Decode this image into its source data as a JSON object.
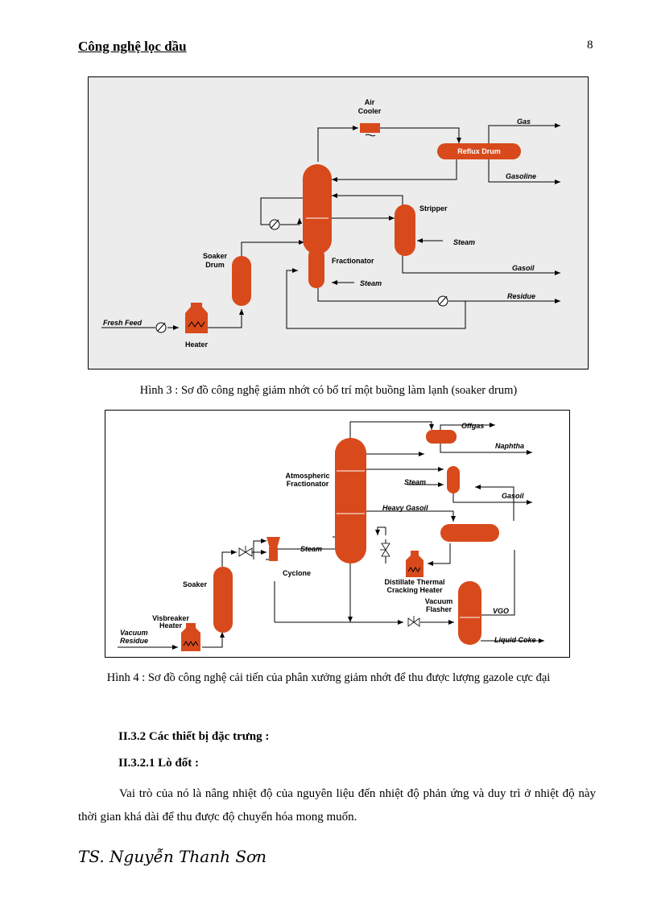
{
  "header": {
    "title": "Công nghệ lọc dầu",
    "page_number": "8"
  },
  "figure1": {
    "labels": {
      "air_cooler_1": "Air",
      "air_cooler_2": "Cooler",
      "gas": "Gas",
      "reflux_drum": "Reflux Drum",
      "gasoline": "Gasoline",
      "stripper": "Stripper",
      "steam_stripper": "Steam",
      "soaker_1": "Soaker",
      "soaker_2": "Drum",
      "fractionator": "Fractionator",
      "gasoil": "Gasoil",
      "steam_bottom": "Steam",
      "residue": "Residue",
      "fresh_feed": "Fresh Feed",
      "heater": "Heater"
    },
    "caption": "Hình 3 : Sơ đồ công nghệ giảm nhớt có bố trí một buồng làm lạnh (soaker drum)"
  },
  "figure2": {
    "labels": {
      "offgas": "Offgas",
      "naphtha": "Naphtha",
      "atm_1": "Atmospheric",
      "atm_2": "Fractionator",
      "steam_side": "Steam",
      "gasoil": "Gasoil",
      "heavy_gasoil": "Heavy Gasoil",
      "steam_cyclone": "Steam",
      "cyclone": "Cyclone",
      "soaker": "Soaker",
      "dtch_1": "Distillate Thermal",
      "dtch_2": "Cracking Heater",
      "vacuum_1": "Vacuum",
      "vacuum_2": "Flasher",
      "vgo": "VGO",
      "visbreaker_1": "Visbreaker",
      "visbreaker_2": "Heater",
      "vacres_1": "Vacuum",
      "vacres_2": "Residue",
      "liquid_coke": "Liquid Coke"
    },
    "caption": "Hình 4 : Sơ đồ công nghệ cải tiến của phân xưởng giảm nhớt để thu được lượng gazole cực đại"
  },
  "section": {
    "heading": "II.3.2 Các thiết bị đặc trưng :",
    "subheading": "II.3.2.1 Lò đốt :",
    "paragraph": "Vai trò của nó là nâng nhiệt độ của nguyên liệu đến nhiệt độ phản ứng và duy trì ở nhiệt độ này thời gian khá dài để thu được độ chuyển hóa mong muốn."
  },
  "footer": {
    "author": "TS. Nguyễn Thanh Sơn"
  },
  "colors": {
    "equipment": "#d84a1c",
    "diagram1_background": "#ececec"
  }
}
